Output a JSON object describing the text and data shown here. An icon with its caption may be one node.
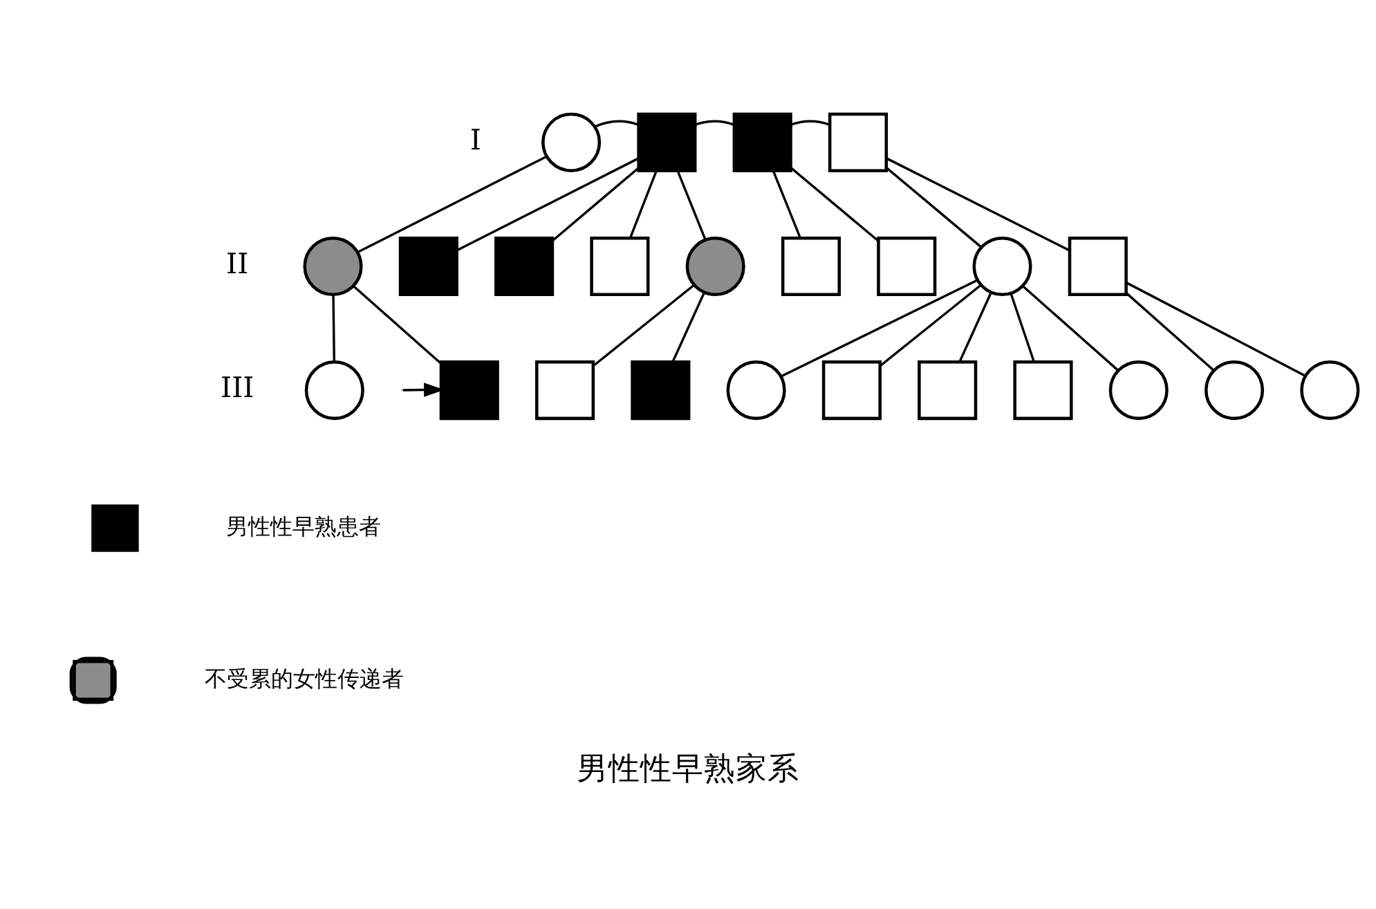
{
  "diagram": {
    "caption": "男性性早熟家系",
    "nodes": [
      {
        "text": [],
        "shape": "circle"
      },
      {
        "text": [],
        "shape": "box"
      },
      {
        "text": [],
        "shape": "box"
      },
      {
        "text": [],
        "shape": "box"
      },
      {
        "text": [],
        "shape": "circle"
      },
      {
        "text": [],
        "shape": "box"
      },
      {
        "text": [],
        "shape": "box"
      },
      {
        "text": [],
        "shape": "box"
      },
      {
        "text": [],
        "shape": "circle"
      },
      {
        "text": [],
        "shape": "box"
      },
      {
        "text": [],
        "shape": "box"
      },
      {
        "text": [],
        "shape": "circle"
      },
      {
        "text": [],
        "shape": "box"
      },
      {
        "text": [],
        "shape": "circle"
      },
      {
        "text": [],
        "shape": "box"
      },
      {
        "text": [],
        "shape": "box"
      },
      {
        "text": [],
        "shape": "box"
      },
      {
        "text": [],
        "shape": "circle"
      },
      {
        "text": [],
        "shape": "box"
      },
      {
        "text": [],
        "shape": "box"
      },
      {
        "text": [],
        "shape": "box"
      },
      {
        "text": [],
        "shape": "circle"
      },
      {
        "text": [],
        "shape": "circle"
      },
      {
        "text": [],
        "shape": "circle"
      }
    ],
    "edges": [
      {
        "from": 0,
        "to": 1,
        "arrow": "none"
      },
      {
        "from": 1,
        "to": 2,
        "arrow": "none"
      },
      {
        "from": 2,
        "to": 3,
        "arrow": "none"
      },
      {
        "from": 0,
        "to": 4,
        "arrow": "none"
      },
      {
        "from": 1,
        "to": 5,
        "arrow": "none"
      },
      {
        "from": 1,
        "to": 6,
        "arrow": "none"
      },
      {
        "from": 1,
        "to": 7,
        "arrow": "none"
      },
      {
        "from": 1,
        "to": 8,
        "arrow": "none"
      },
      {
        "from": 2,
        "to": 9,
        "arrow": "none"
      },
      {
        "from": 2,
        "to": 10,
        "arrow": "none"
      },
      {
        "from": 3,
        "to": 11,
        "arrow": "none"
      },
      {
        "from": 3,
        "to": 12,
        "arrow": "none"
      },
      {
        "from": 4,
        "to": 13,
        "arrow": "none"
      },
      {
        "from": 4,
        "to": 14,
        "arrow": "none"
      },
      {
        "from": 8,
        "to": 15,
        "arrow": "none"
      },
      {
        "from": 8,
        "to": 16,
        "arrow": "none"
      },
      {
        "from": 11,
        "to": 17,
        "arrow": "none"
      },
      {
        "from": 11,
        "to": 18,
        "arrow": "none"
      },
      {
        "from": 11,
        "to": 19,
        "arrow": "none"
      },
      {
        "from": 11,
        "to": 20,
        "arrow": "none"
      },
      {
        "from": 11,
        "to": 21,
        "arrow": "none"
      },
      {
        "from": 12,
        "to": 22,
        "arrow": "none"
      },
      {
        "from": 12,
        "to": 23,
        "arrow": "none"
      },
      {
        "from": null,
        "to": 14,
        "arrow": "to"
      }
    ],
    "labels": [
      "I",
      "II",
      "III"
    ],
    "legend": [
      {
        "text": "男性性早熟患者"
      },
      {
        "text": "不受累的女性传递者"
      }
    ]
  }
}
